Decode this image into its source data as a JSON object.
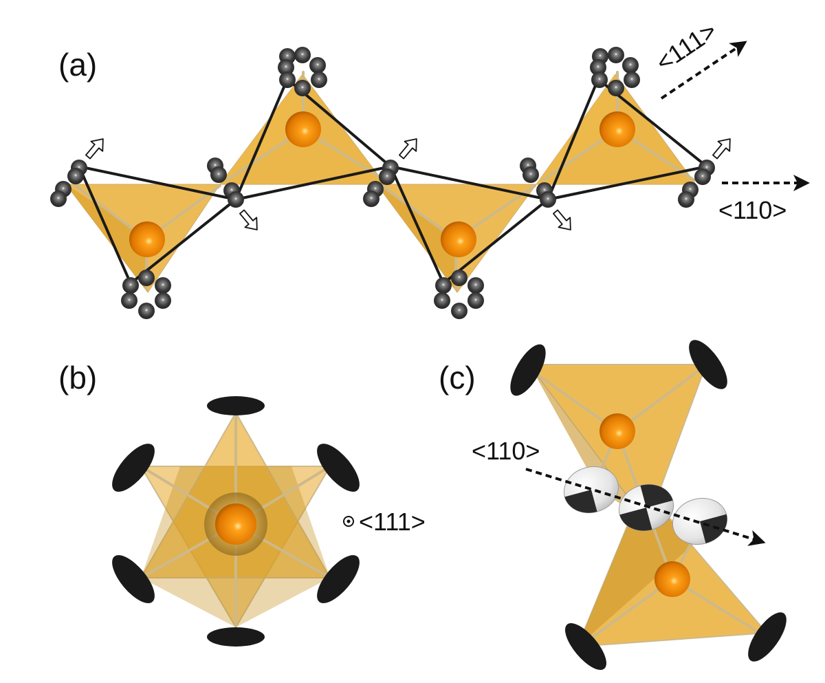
{
  "panels": {
    "a": {
      "label": "(a)",
      "dir_111": "<111>",
      "dir_110": "<110>"
    },
    "b": {
      "label": "(b)",
      "dir_111": "<111>"
    },
    "c": {
      "label": "(c)",
      "dir_110": "<110>"
    }
  },
  "colors": {
    "tetrahedron_face": "#E8AA2C",
    "tetrahedron_edge": "#CDB98A",
    "central_atom": "#F08A00",
    "neighbor_atom": "#3A3A3A",
    "outline": "#1A1A1A",
    "ellipsoid_light": "#E6E6E6"
  }
}
